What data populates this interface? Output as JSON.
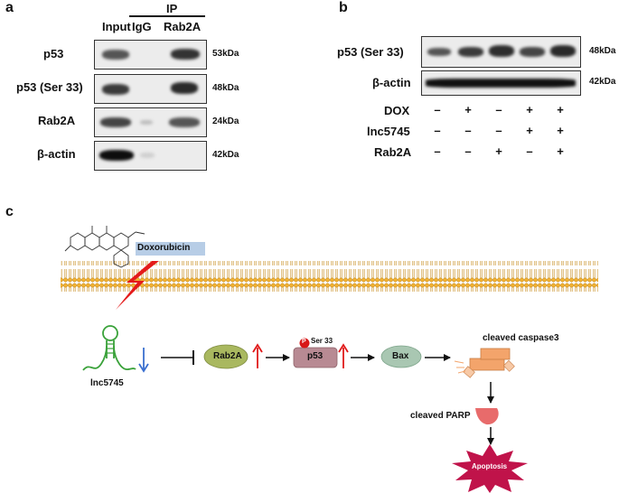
{
  "panel_a": {
    "letter": "a",
    "ip_header": "IP",
    "lane_labels": [
      "Input",
      "IgG",
      "Rab2A"
    ],
    "rows": [
      {
        "label": "p53",
        "kda": "53kDa"
      },
      {
        "label": "p53 (Ser 33)",
        "kda": "48kDa"
      },
      {
        "label": "Rab2A",
        "kda": "24kDa"
      },
      {
        "label": "β-actin",
        "kda": "42kDa"
      }
    ]
  },
  "panel_b": {
    "letter": "b",
    "rows": [
      {
        "label": "p53 (Ser 33)",
        "kda": "48kDa"
      },
      {
        "label": "β-actin",
        "kda": "42kDa"
      }
    ],
    "conditions": [
      {
        "label": "DOX",
        "signs": [
          "–",
          "+",
          "–",
          "+",
          "+"
        ]
      },
      {
        "label": "lnc5745",
        "signs": [
          "–",
          "–",
          "–",
          "+",
          "+"
        ]
      },
      {
        "label": "Rab2A",
        "signs": [
          "–",
          "–",
          "+",
          "–",
          "+"
        ]
      }
    ]
  },
  "panel_c": {
    "letter": "c",
    "drug": "Doxorubicin",
    "lnc": "lnc5745",
    "rab2a": "Rab2A",
    "p53": "p53",
    "phospho": "P",
    "ser": "Ser 33",
    "bax": "Bax",
    "caspase": "cleaved caspase3",
    "parp": "cleaved PARP",
    "apoptosis": "Apoptosis"
  }
}
